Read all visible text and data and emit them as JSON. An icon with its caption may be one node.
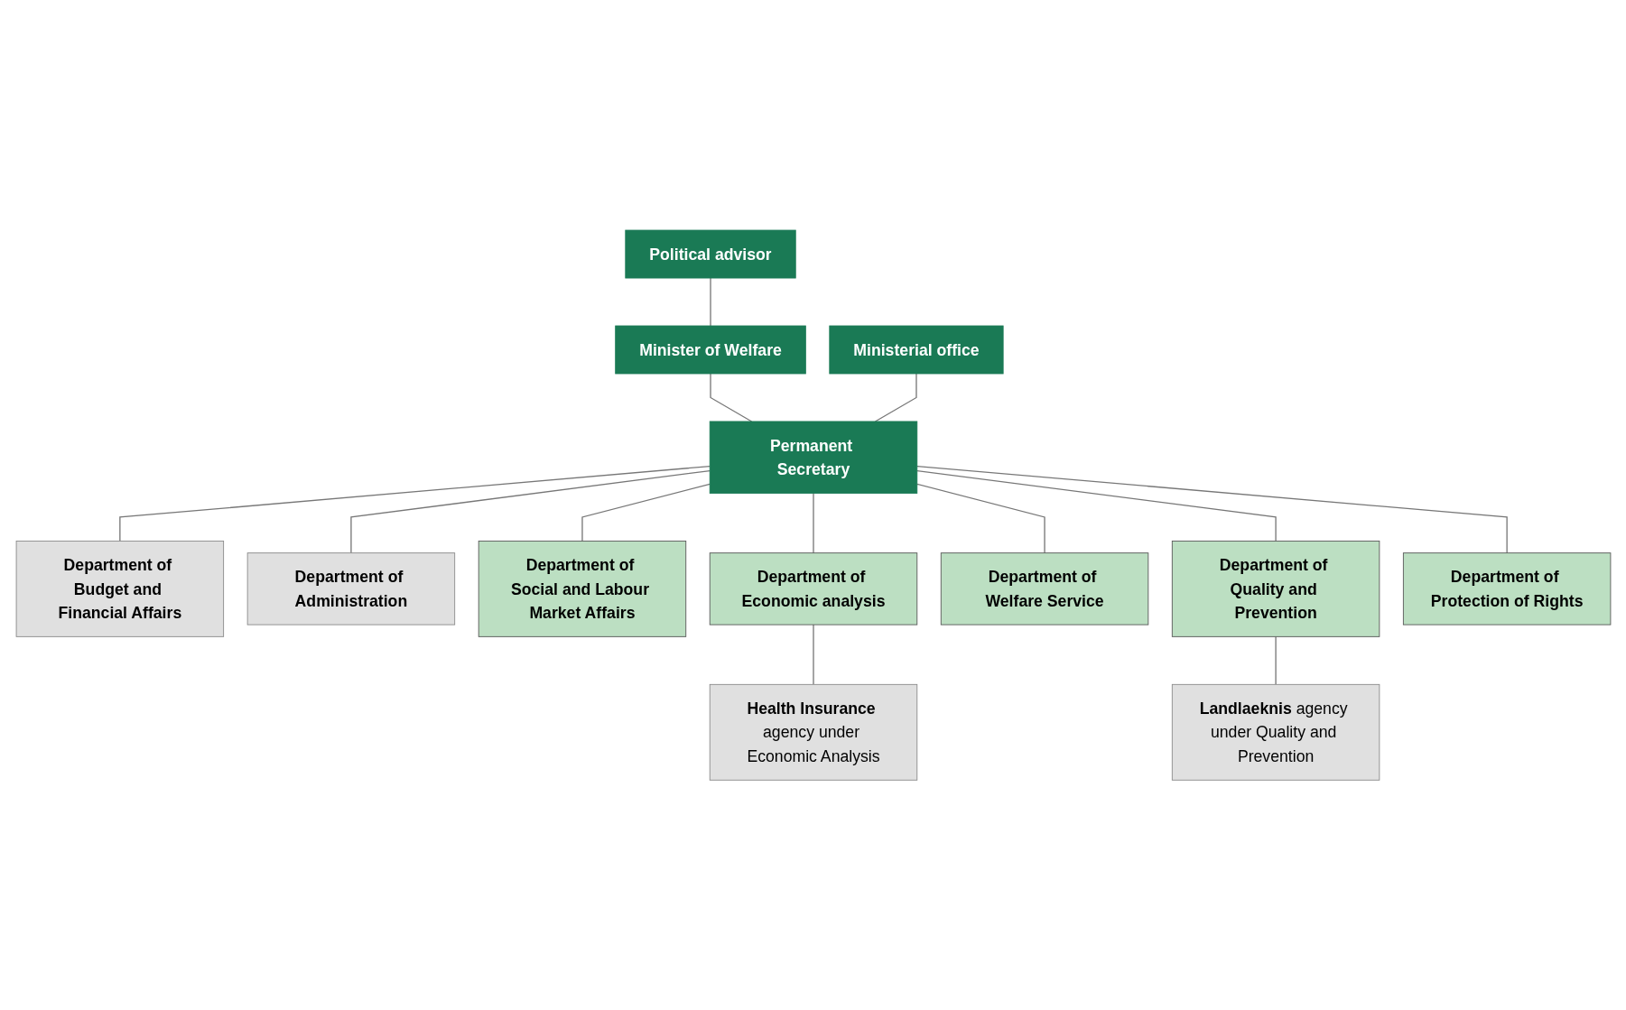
{
  "diagram": {
    "nodes": [
      {
        "text": [
          "Minister of Welfare"
        ]
      },
      {
        "text": [
          "Political advisor"
        ]
      },
      {
        "text": [
          "Ministerial office"
        ]
      },
      {
        "text": [
          "Permanent Secretary"
        ]
      },
      {
        "text": [
          "Department of Budget and Financial Affairs"
        ]
      },
      {
        "text": [
          "Department of Administration"
        ]
      },
      {
        "text": [
          "Department of Social and Labour Market Affairs"
        ]
      },
      {
        "text": [
          "Department of Economic analysis"
        ]
      },
      {
        "text": [
          "Department of Welfare Service"
        ]
      },
      {
        "text": [
          "Department of Quality and Prevention"
        ]
      },
      {
        "text": [
          "Department of Protection of Rights"
        ]
      },
      {
        "text": [
          "**Health Insurance** agency under Economic Analysis"
        ]
      },
      {
        "text": [
          "**Landlaeknis** agency under Quality and Prevention"
        ]
      }
    ],
    "edges": [
      {
        "from": 1,
        "to": 0,
        "arrow": "none"
      },
      {
        "from": 0,
        "to": 3,
        "arrow": "none"
      },
      {
        "from": 2,
        "to": 3,
        "arrow": "none"
      },
      {
        "from": 3,
        "to": 4,
        "arrow": "none"
      },
      {
        "from": 3,
        "to": 5,
        "arrow": "none"
      },
      {
        "from": 3,
        "to": 6,
        "arrow": "none"
      },
      {
        "from": 3,
        "to": 7,
        "arrow": "none"
      },
      {
        "from": 3,
        "to": 8,
        "arrow": "none"
      },
      {
        "from": 3,
        "to": 9,
        "arrow": "none"
      },
      {
        "from": 3,
        "to": 10,
        "arrow": "none"
      },
      {
        "from": 7,
        "to": 11,
        "arrow": "none"
      },
      {
        "from": 9,
        "to": 12,
        "arrow": "none"
      }
    ]
  }
}
